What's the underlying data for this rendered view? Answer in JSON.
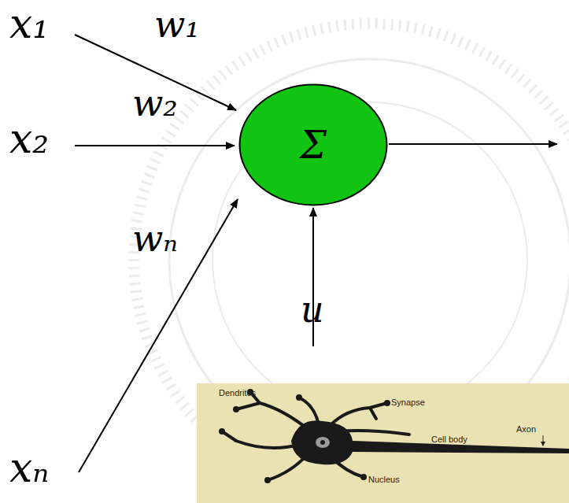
{
  "diagram": {
    "nodes": [
      {
        "text": [
          "Σ"
        ]
      }
    ],
    "labels": [
      "x₁",
      "w₁",
      "w₂",
      "x₂",
      "wₙ",
      "u",
      "xₙ",
      "Dendrites",
      "Synapse",
      "Cell body",
      "Axon",
      "Nucleus"
    ]
  }
}
